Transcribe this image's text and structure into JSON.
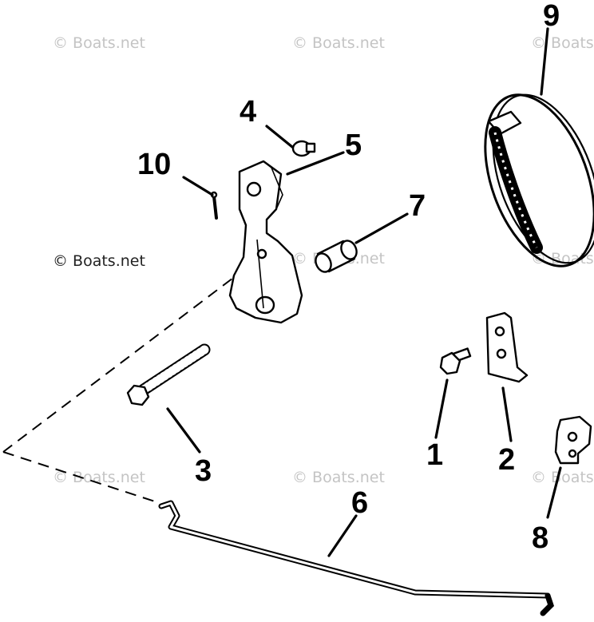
{
  "watermark": "© Boats.net",
  "callouts": {
    "p1": "1",
    "p2": "2",
    "p3": "3",
    "p4": "4",
    "p5": "5",
    "p6": "6",
    "p7": "7",
    "p8": "8",
    "p9": "9",
    "p10": "10"
  }
}
